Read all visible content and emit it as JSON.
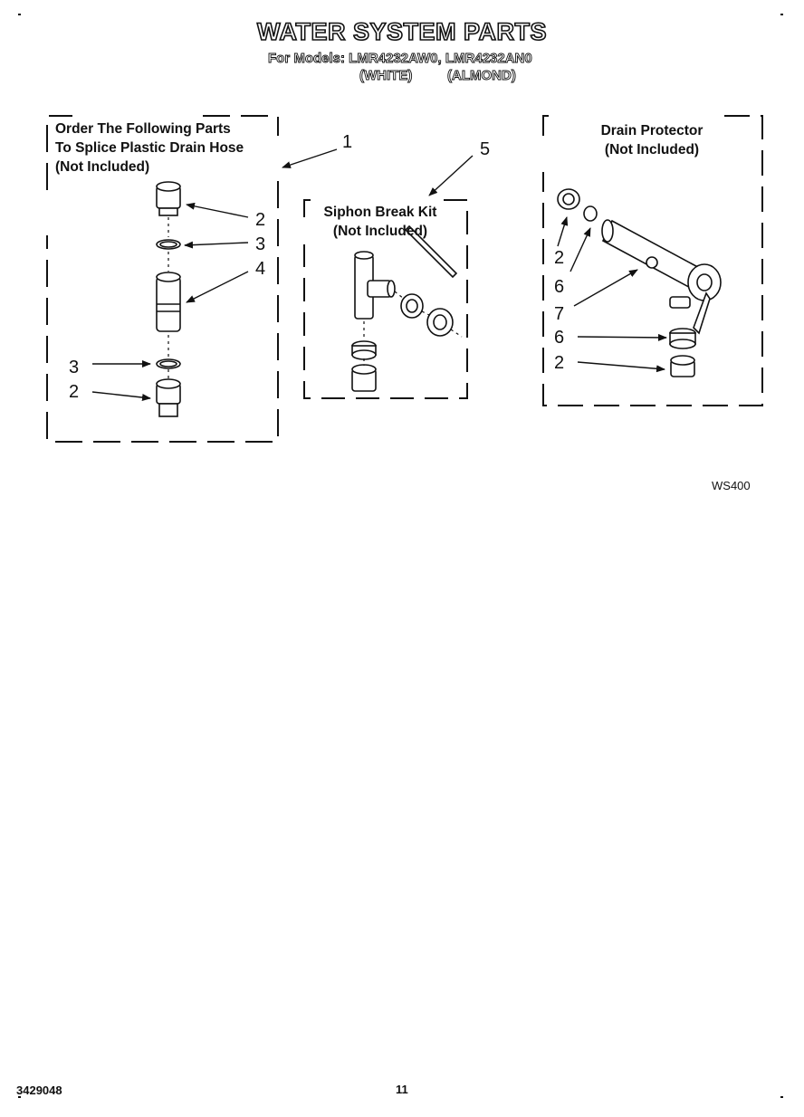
{
  "header": {
    "title": "WATER SYSTEM PARTS",
    "models_line": "For Models: LMR4232AW0, LMR4232AN0",
    "color_white": "(WHITE)",
    "color_almond": "(ALMOND)"
  },
  "panels": {
    "splice": {
      "label_line1": "Order The Following Parts",
      "label_line2": "To Splice Plastic Drain Hose",
      "label_line3": "(Not Included)"
    },
    "siphon": {
      "label_line1": "Siphon Break Kit",
      "label_line2": "(Not Included)"
    },
    "drain": {
      "label_line1": "Drain Protector",
      "label_line2": "(Not Included)"
    }
  },
  "callouts": {
    "c1": "1",
    "c2a": "2",
    "c3a": "3",
    "c4": "4",
    "c3b": "3",
    "c2b": "2",
    "c5": "5",
    "d2a": "2",
    "d6a": "6",
    "d7": "7",
    "d6b": "6",
    "d2b": "2"
  },
  "footer": {
    "diagram_code": "WS400",
    "doc_number": "3429048",
    "page_number": "11"
  }
}
